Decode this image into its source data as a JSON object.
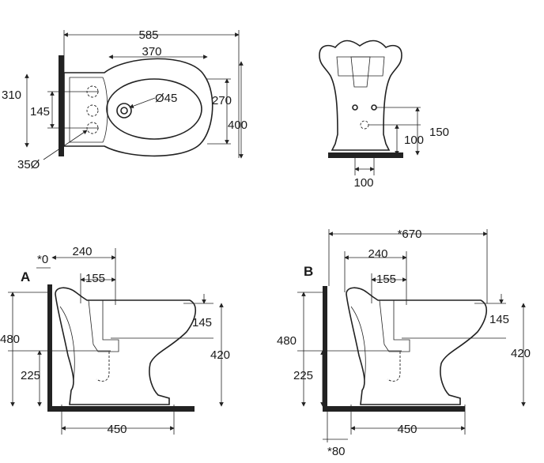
{
  "top_view": {
    "width": "585",
    "bowl_length": "370",
    "side_310": "310",
    "side_145": "145",
    "hole_dia": "Ø45",
    "bowl_width": "270",
    "depth": "400",
    "tap_dia": "35Ø"
  },
  "rear_view": {
    "outlet_height": "150",
    "inlet_height": "100",
    "inlet_spacing": "100"
  },
  "side_a": {
    "label": "A",
    "wall_gap": "*0",
    "dim_240": "240",
    "dim_155": "155",
    "height_480": "480",
    "dim_145": "145",
    "rim_420": "420",
    "drain_225": "225",
    "base_450": "450"
  },
  "side_b": {
    "label": "B",
    "overall": "*670",
    "dim_240": "240",
    "dim_155": "155",
    "height_480": "480",
    "dim_145": "145",
    "rim_420": "420",
    "drain_225": "225",
    "base_450": "450",
    "wall_gap": "*80"
  }
}
